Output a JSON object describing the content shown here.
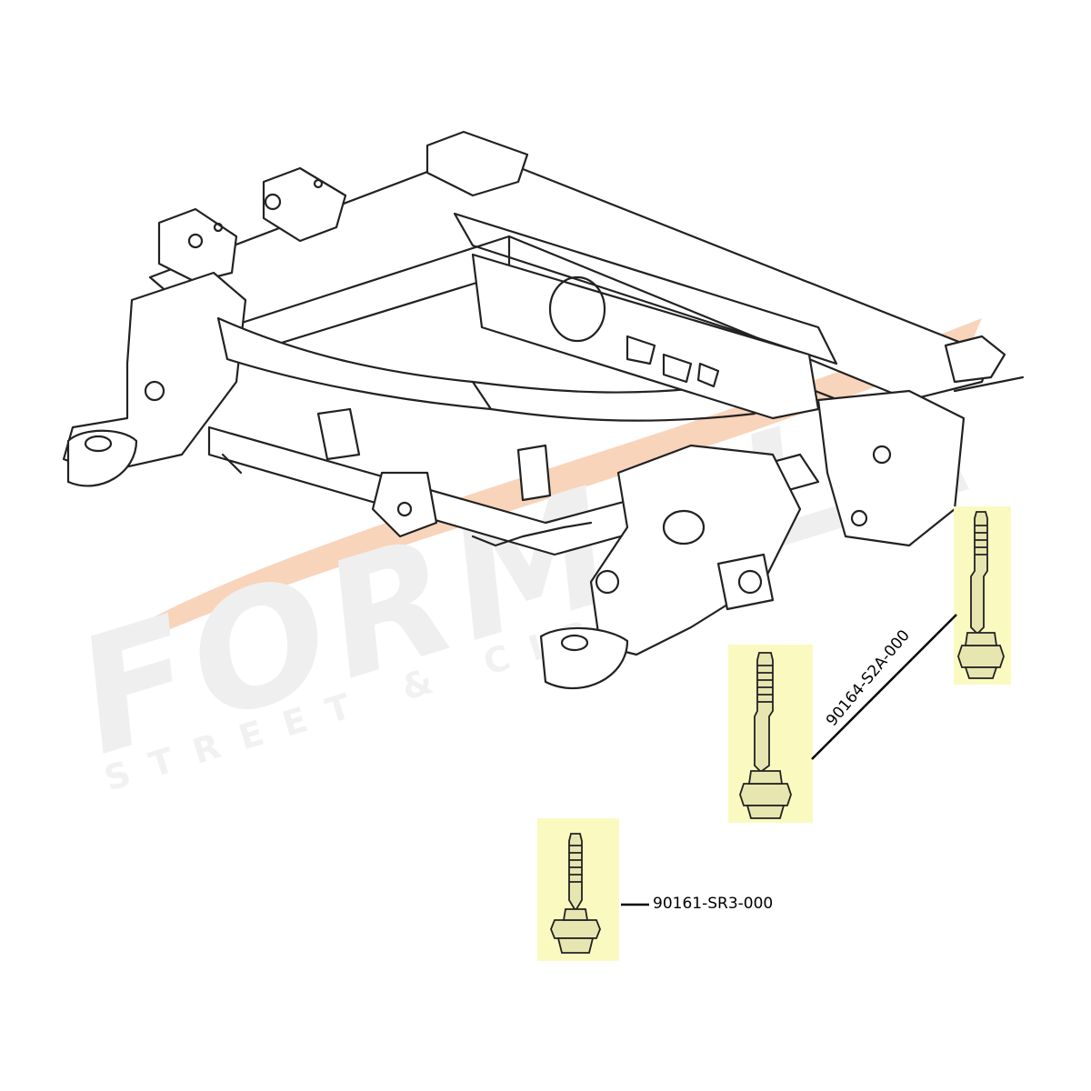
{
  "watermark": {
    "brand": "FORMULA",
    "tagline": "STREET & CIRCUIT",
    "accent_color": "#f2a06a",
    "text_color": "#cfcfcf"
  },
  "parts": [
    {
      "part_number": "90161-SR3-000",
      "bolt_count": 1
    },
    {
      "part_number": "90164-S2A-000",
      "bolt_count": 2
    }
  ],
  "colors": {
    "highlight": "#fafac0",
    "line": "#222222",
    "bolt_fill": "#e8e6b0"
  }
}
